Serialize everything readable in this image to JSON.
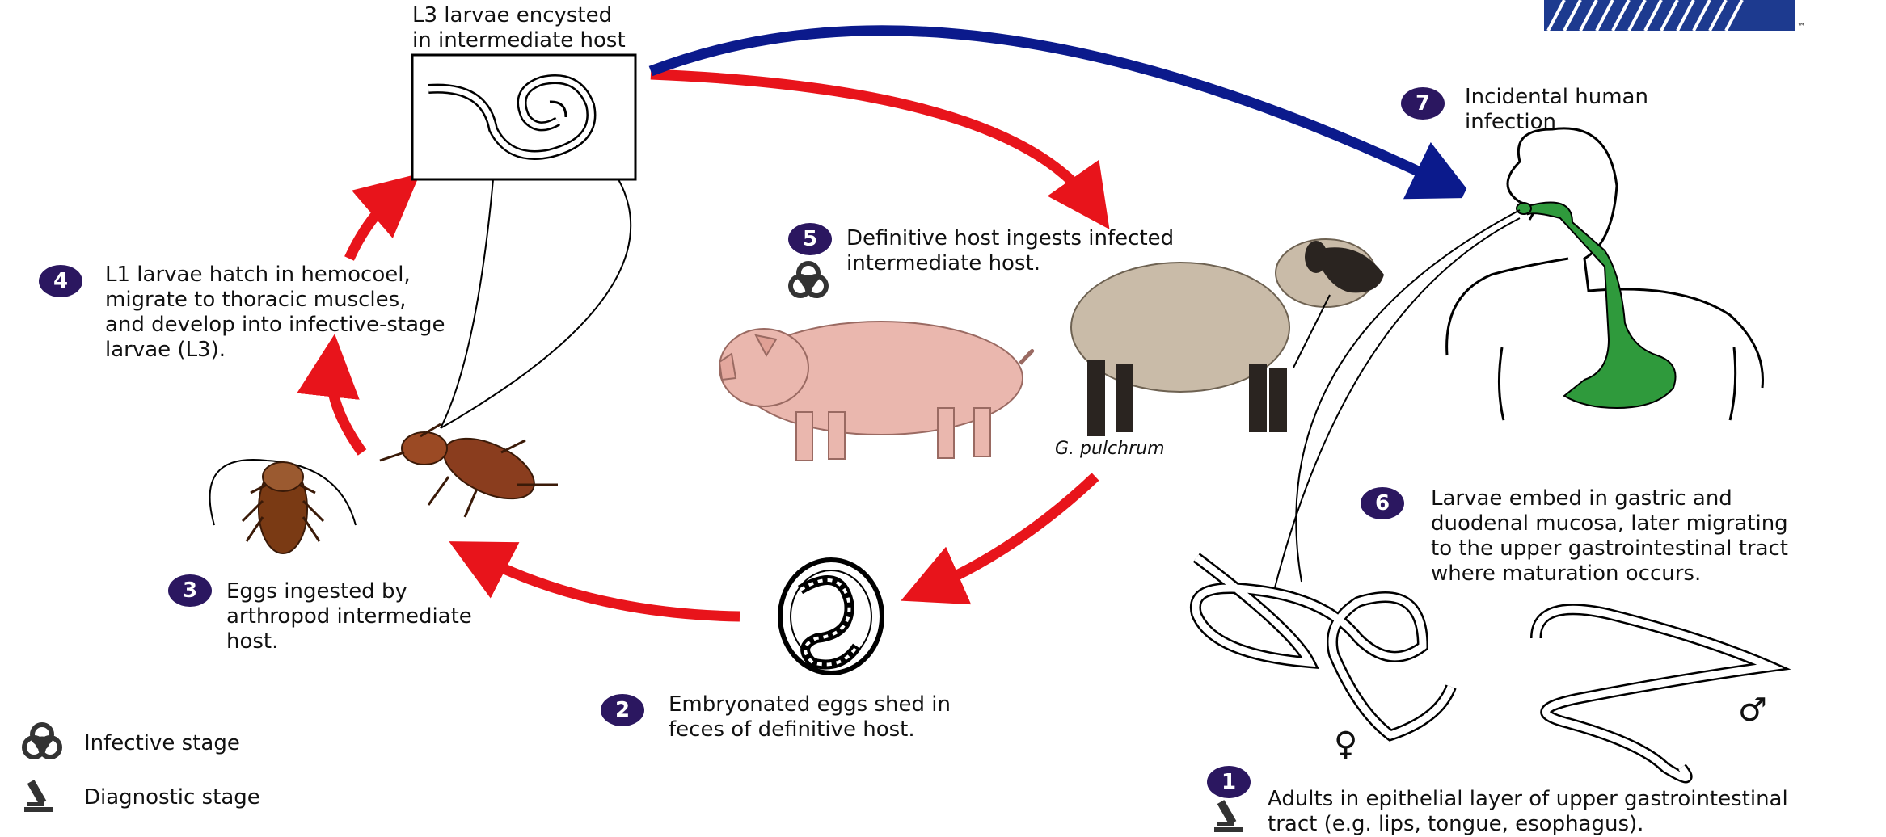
{
  "steps": [
    {
      "num": "1",
      "text": "Adults in epithelial layer of upper gastrointestinal\ntract (e.g. lips, tongue, esophagus)."
    },
    {
      "num": "2",
      "text": "Embryonated eggs shed in\nfeces of definitive host."
    },
    {
      "num": "3",
      "text": "Eggs ingested by\narthropod intermediate\nhost."
    },
    {
      "num": "4",
      "text": "L1 larvae hatch in hemocoel,\nmigrate to thoracic muscles,\nand develop into infective-stage\nlarvae (L3)."
    },
    {
      "num": "5",
      "text": "Definitive host ingests infected\nintermediate host."
    },
    {
      "num": "6",
      "text": "Larvae embed in gastric and\nduodenal mucosa, later migrating\nto the upper gastrointestinal tract\nwhere maturation occurs."
    },
    {
      "num": "7",
      "text": "Incidental human\ninfection"
    }
  ],
  "labels": {
    "l3_box": "L3 larvae encysted\nin intermediate host",
    "species": "G. pulchrum",
    "female_symbol": "♀",
    "male_symbol": "♂",
    "trademark": "™"
  },
  "legend": {
    "infective": "Infective stage",
    "diagnostic": "Diagnostic stage",
    "infective_icon": "biohazard-icon",
    "diagnostic_icon": "microscope-icon"
  },
  "colors": {
    "badge": "#2b1760",
    "red_arrow": "#e8141b",
    "blue_arrow": "#0b1a8c",
    "stomach": "#2f9a3c",
    "pig": "#eab7ae",
    "sheep_wool": "#c9bba8",
    "sheep_dark": "#2a2420",
    "beetle": "#8a3d1e"
  }
}
